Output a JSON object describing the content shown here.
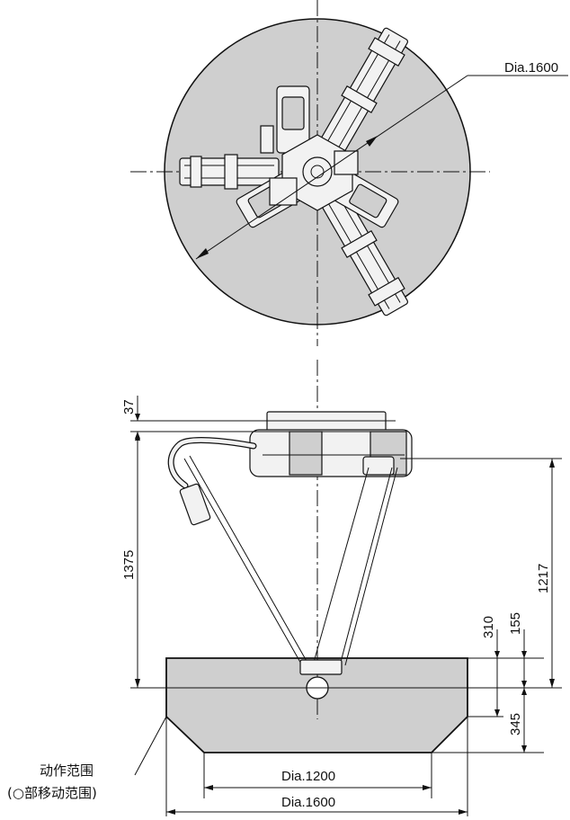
{
  "colors": {
    "area_fill": "#cfcfcf",
    "line": "#111111",
    "part_fill": "#f2f2f2",
    "part_shade": "#d6d6d6"
  },
  "top_view": {
    "diameter_label": "Dia.1600"
  },
  "side_view": {
    "dim_37": "37",
    "dim_1375": "1375",
    "dim_1217": "1217",
    "dim_310": "310",
    "dim_155": "155",
    "dim_345": "345",
    "dia_1200": "Dia.1200",
    "dia_1600": "Dia.1600",
    "range_label_line1": "动作范围",
    "range_label_line2": "(○部移动范围)"
  }
}
